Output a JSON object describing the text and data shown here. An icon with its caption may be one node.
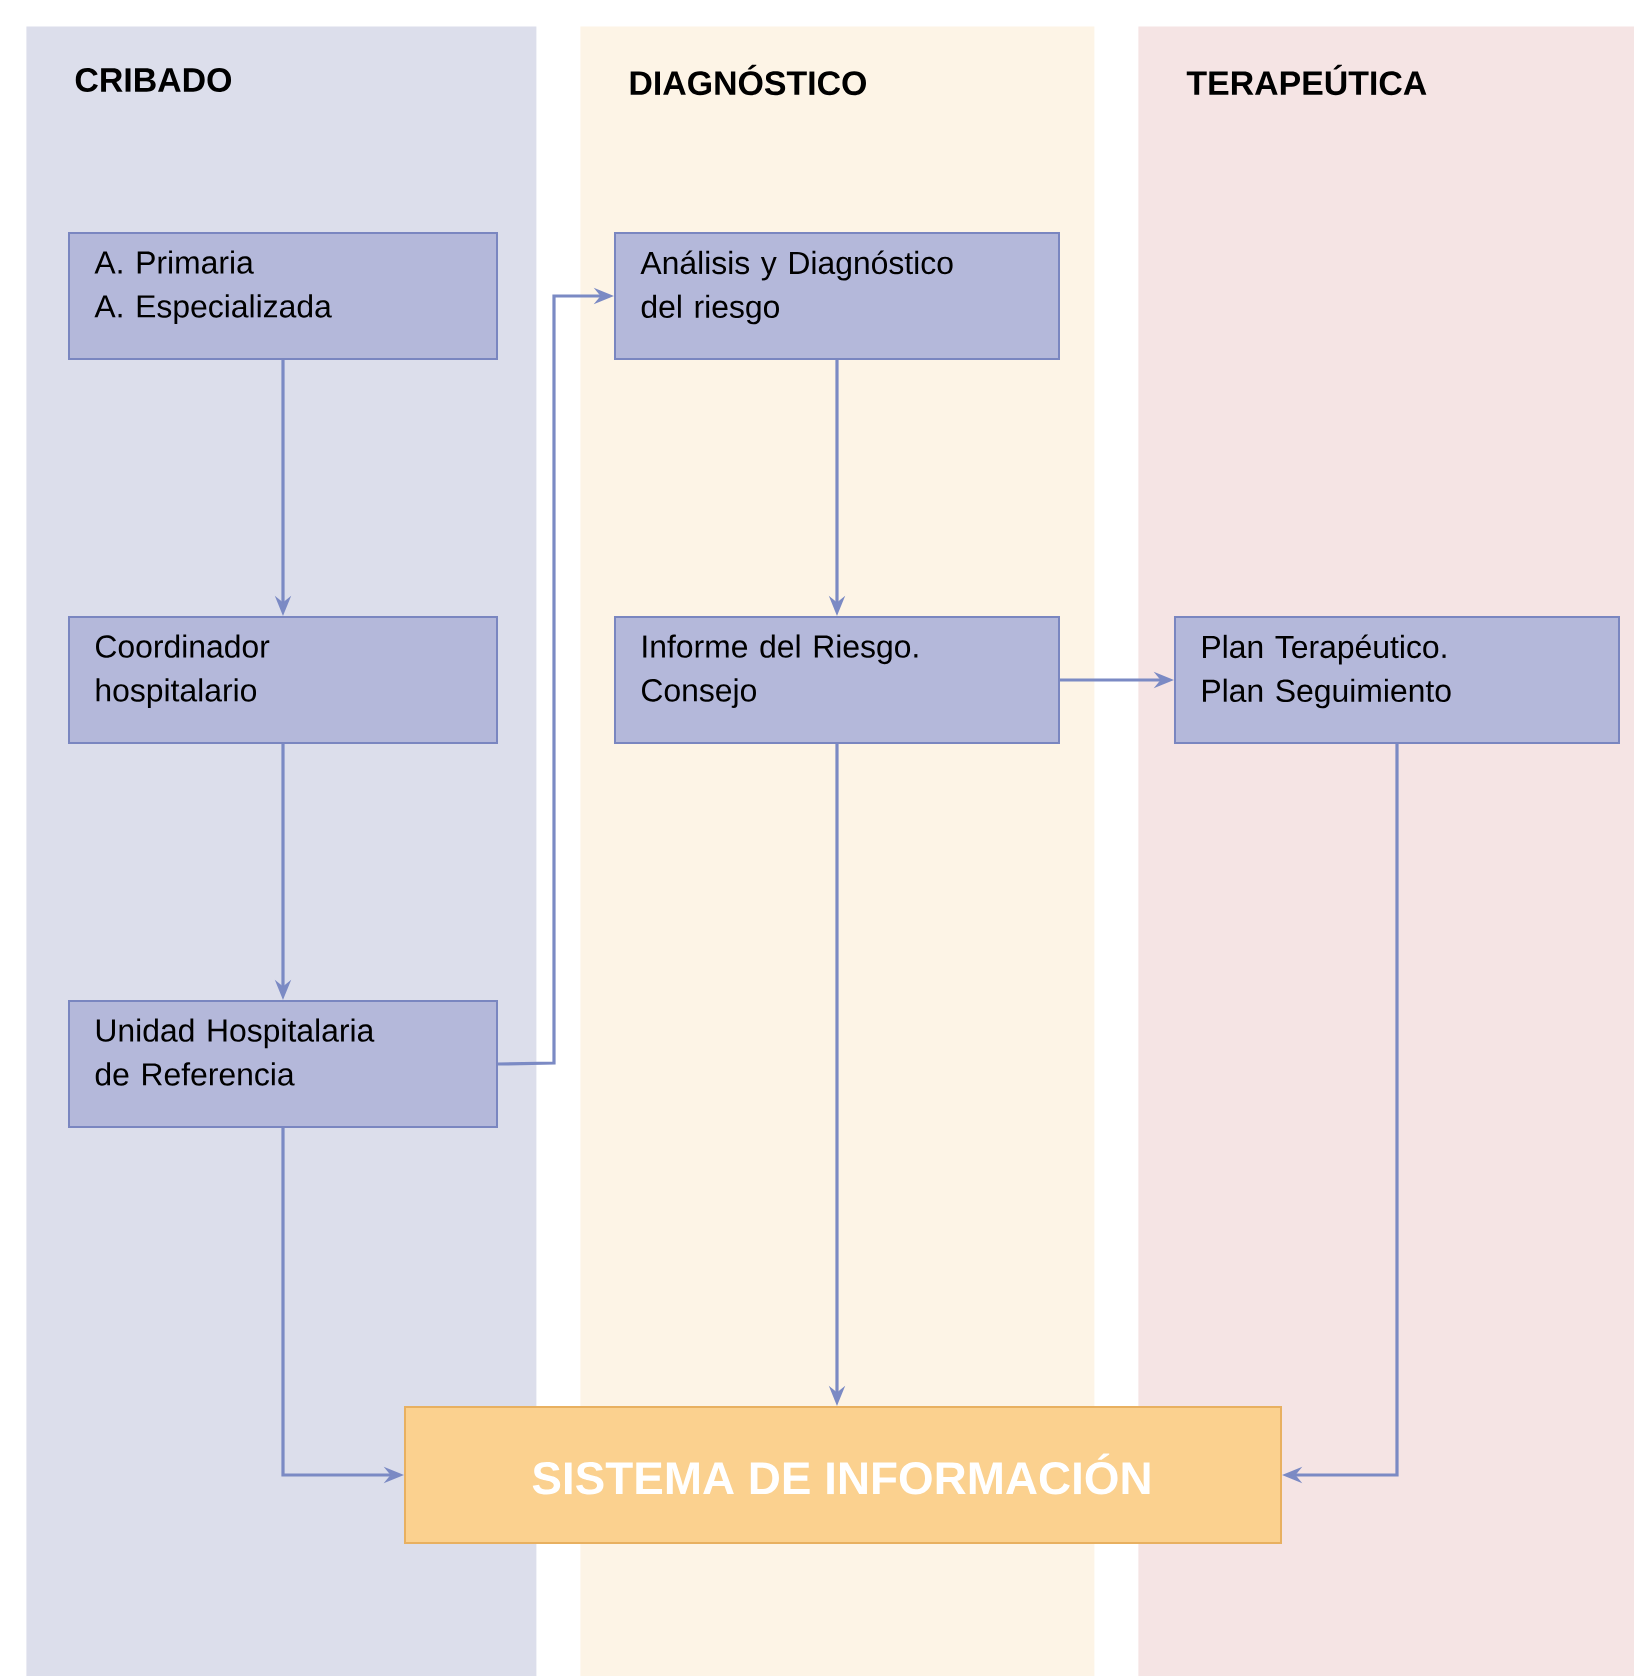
{
  "diagram": {
    "nodes": [
      {
        "text": [
          "CRIBADO"
        ]
      },
      {
        "text": [
          "A. Primaria",
          "A. Especializada"
        ],
        "in": 0
      },
      {
        "text": [
          "Coordinador hospitalario"
        ],
        "in": 0
      },
      {
        "text": [
          "Unidad Hospitalaria de Referencia"
        ],
        "in": 0
      },
      {
        "text": [
          "DIAGNÓSTICO"
        ]
      },
      {
        "text": [
          "Análisis y Diagnóstico del riesgo"
        ],
        "in": 4
      },
      {
        "text": [
          "Informe del Riesgo. Consejo"
        ],
        "in": 4
      },
      {
        "text": [
          "TERAPEÚTICA"
        ]
      },
      {
        "text": [
          "Plan Terapéutico. Plan Seguimiento"
        ],
        "in": 7
      },
      {
        "text": [
          "SISTEMA DE INFORMACIÓN"
        ]
      }
    ],
    "edges": [
      {
        "from": 1,
        "to": 2,
        "arrow": "to"
      },
      {
        "from": 2,
        "to": 3,
        "arrow": "to"
      },
      {
        "from": 3,
        "to": 5,
        "arrow": "to"
      },
      {
        "from": 5,
        "to": 6,
        "arrow": "to"
      },
      {
        "from": 6,
        "to": 8,
        "arrow": "to"
      },
      {
        "from": 3,
        "to": 9,
        "arrow": "to"
      },
      {
        "from": 6,
        "to": 9,
        "arrow": "to"
      },
      {
        "from": 8,
        "to": 9,
        "arrow": "to"
      }
    ]
  }
}
